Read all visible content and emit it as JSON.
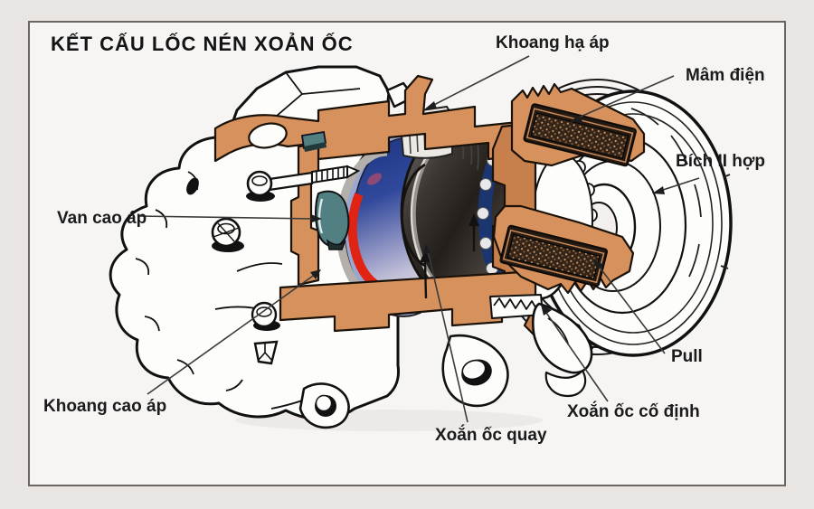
{
  "title": "KẾT CẤU LỐC NÉN XOẢN ỐC",
  "labels": {
    "khoang_ha_ap": "Khoang hạ áp",
    "mam_dien": "Mâm điện",
    "bich_li_hop": "Bích II hợp",
    "pull": "Pull",
    "van_cao_ap": "Van cao áp",
    "khoang_cao_ap": "Khoang cao áp",
    "xoan_oc_quay": "Xoắn ốc quay",
    "xoan_oc_co_dinh": "Xoắn ốc cố định"
  },
  "colors": {
    "background": "#e9e5e2",
    "panel": "#f7f5f3",
    "frame_border": "#6b6661",
    "cut_section_orange": "#d6915d",
    "scroll_blue": "#1a3580",
    "seal_red": "#e02312",
    "valve_teal": "#517f82",
    "bearing_navy": "#1b3570",
    "rotor_dark": "#28231f",
    "text": "#1b1b1b"
  }
}
